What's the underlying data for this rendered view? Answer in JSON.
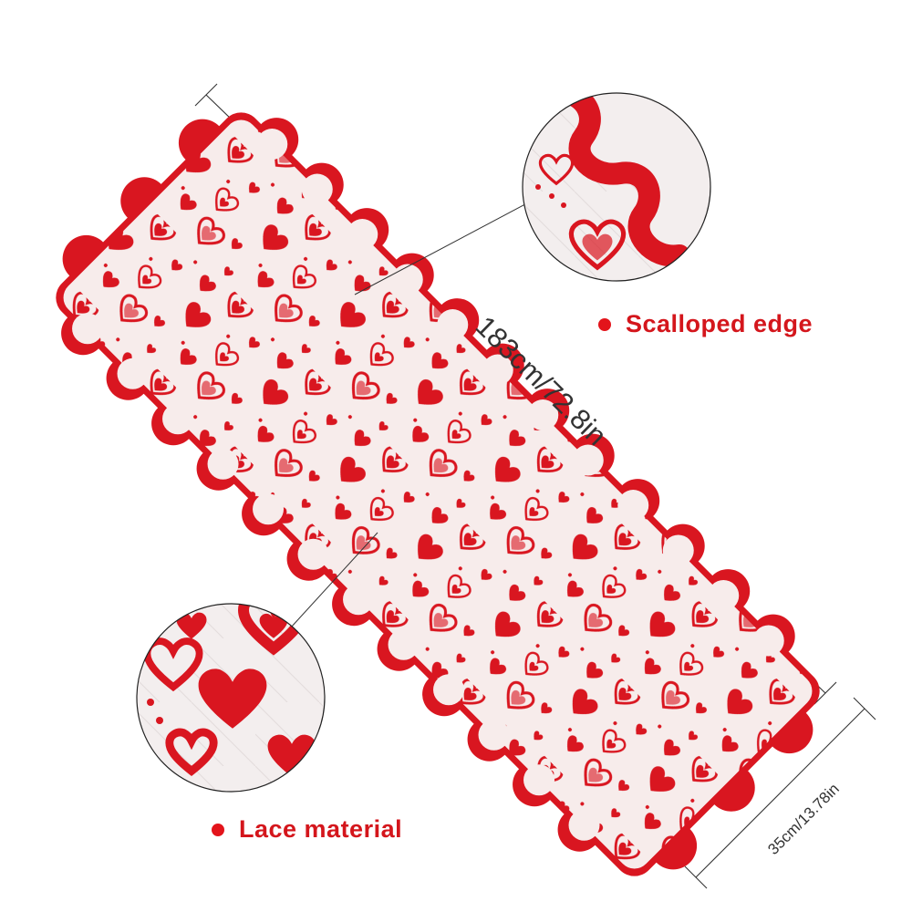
{
  "product": "heart lace table runner",
  "dimensions": {
    "length_text": "183cm/72.8in",
    "width_text": "35cm/13.78in"
  },
  "callouts": [
    {
      "label": "Scalloped edge"
    },
    {
      "label": "Lace material"
    }
  ],
  "colors": {
    "heart_red": "#d91620",
    "lace_background": "#f7eceb",
    "label_red": "#d4161c",
    "dimension_line": "#333333"
  },
  "icons": [
    "heart-motif",
    "bullet-dot"
  ]
}
